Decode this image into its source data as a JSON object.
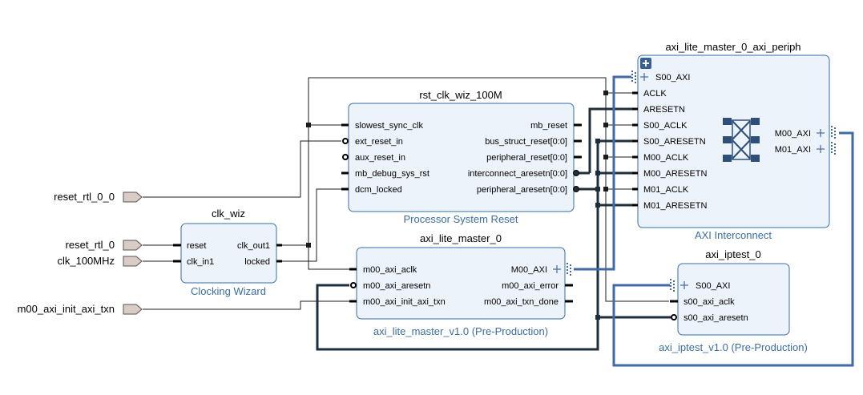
{
  "external_ports": {
    "reset_rtl_0_0": "reset_rtl_0_0",
    "reset_rtl_0": "reset_rtl_0",
    "clk_100MHz": "clk_100MHz",
    "m00_axi_init_axi_txn": "m00_axi_init_axi_txn"
  },
  "clk_wiz": {
    "title": "clk_wiz",
    "subtitle": "Clocking Wizard",
    "pins": {
      "reset": "reset",
      "clk_in1": "clk_in1",
      "clk_out1": "clk_out1",
      "locked": "locked"
    }
  },
  "rst": {
    "title": "rst_clk_wiz_100M",
    "subtitle": "Processor System Reset",
    "pins": {
      "slowest_sync_clk": "slowest_sync_clk",
      "ext_reset_in": "ext_reset_in",
      "aux_reset_in": "aux_reset_in",
      "mb_debug_sys_rst": "mb_debug_sys_rst",
      "dcm_locked": "dcm_locked",
      "mb_reset": "mb_reset",
      "bus_struct_reset": "bus_struct_reset[0:0]",
      "peripheral_reset": "peripheral_reset[0:0]",
      "interconnect_aresetn": "interconnect_aresetn[0:0]",
      "peripheral_aresetn": "peripheral_aresetn[0:0]"
    }
  },
  "master": {
    "title": "axi_lite_master_0",
    "subtitle": "axi_lite_master_v1.0 (Pre-Production)",
    "pins": {
      "m00_axi_aclk": "m00_axi_aclk",
      "m00_axi_aresetn": "m00_axi_aresetn",
      "m00_axi_init_axi_txn": "m00_axi_init_axi_txn",
      "M00_AXI": "M00_AXI",
      "m00_axi_error": "m00_axi_error",
      "m00_axi_txn_done": "m00_axi_txn_done"
    }
  },
  "interconnect": {
    "title": "axi_lite_master_0_axi_periph",
    "subtitle": "AXI Interconnect",
    "pins": {
      "S00_AXI": "S00_AXI",
      "ACLK": "ACLK",
      "ARESETN": "ARESETN",
      "S00_ACLK": "S00_ACLK",
      "S00_ARESETN": "S00_ARESETN",
      "M00_ACLK": "M00_ACLK",
      "M00_ARESETN": "M00_ARESETN",
      "M01_ACLK": "M01_ACLK",
      "M01_ARESETN": "M01_ARESETN",
      "M00_AXI": "M00_AXI",
      "M01_AXI": "M01_AXI"
    }
  },
  "iptest": {
    "title": "axi_iptest_0",
    "subtitle": "axi_iptest_v1.0 (Pre-Production)",
    "pins": {
      "S00_AXI": "S00_AXI",
      "s00_axi_aclk": "s00_axi_aclk",
      "s00_axi_aresetn": "s00_axi_aresetn"
    }
  },
  "colors": {
    "block_fill": "#edf3fb",
    "block_stroke": "#3a6ea5",
    "subtitle_text": "#3a6ea5",
    "bus_blue": "#4169a8",
    "bus_dark": "#1e2f3b",
    "wire": "#1c1c1c",
    "port_fill": "#d9ccc4"
  },
  "icons": [
    "input-port-icon",
    "bus-plus-icon",
    "bus-interface-icon",
    "crossbar-icon",
    "expand-plus-icon",
    "active-low-bubble-icon"
  ]
}
